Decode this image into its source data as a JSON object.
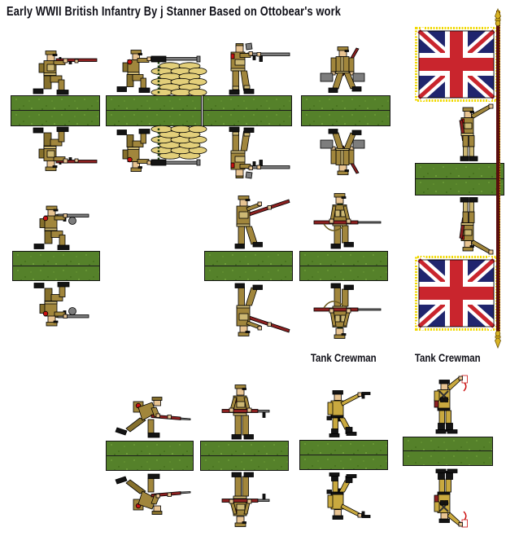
{
  "title": "Early WWII British Infantry By j Stanner Based on Ottobear's work",
  "palette": {
    "uniform_khaki": "#a1863c",
    "uniform_khaki_dark": "#86702c",
    "webbing_tan": "#cdb873",
    "tank_crew_khaki": "#c9a93f",
    "base_green": "#55812a",
    "flag_blue": "#20256e",
    "flag_red": "#c9252d",
    "flag_fringe_gold": "#f0d800",
    "pole_dark_red": "#5a0d0d",
    "rifle_wood_red": "#8c2020",
    "gun_metal_gray": "#7d7d7d",
    "sandbag_tan": "#e3cf7a",
    "boot_black": "#141414",
    "skin": "#e8c492"
  },
  "units": [
    {
      "id": "kneeling-rifleman",
      "description": "Kneeling rifleman firing Lee-Enfield rifle"
    },
    {
      "id": "vickers-mg-team",
      "description": "Machine gunner firing Vickers gun over sandbag emplacement"
    },
    {
      "id": "standing-smg",
      "description": "Standing soldier firing Thompson SMG"
    },
    {
      "id": "ammo-carrier",
      "description": "Walking soldier carrying two ammunition boxes with slung rifle"
    },
    {
      "id": "colour-bearer",
      "description": "Standard bearer holding Union Jack colour on fringed pole"
    },
    {
      "id": "kneeling-smg",
      "description": "Kneeling soldier firing drum-magazine SMG"
    },
    {
      "id": "standing-rifleman",
      "description": "Standing rifleman aiming rifle upward"
    },
    {
      "id": "advancing-bayonet",
      "description": "Soldier advancing with rifle and fixed bayonet"
    },
    {
      "id": "charging-rifleman",
      "description": "Charging soldier with lowered bayonet and backpack"
    },
    {
      "id": "port-arms",
      "description": "Standing soldier holding rifle across the body"
    },
    {
      "id": "tank-crewman-pistol",
      "label": "Tank Crewman",
      "description": "Tank crewman in coveralls and beret firing a revolver"
    },
    {
      "id": "tank-crewman-signaller",
      "label": "Tank Crewman",
      "description": "Tank crewman in coveralls and beret raising a signal flag"
    }
  ]
}
